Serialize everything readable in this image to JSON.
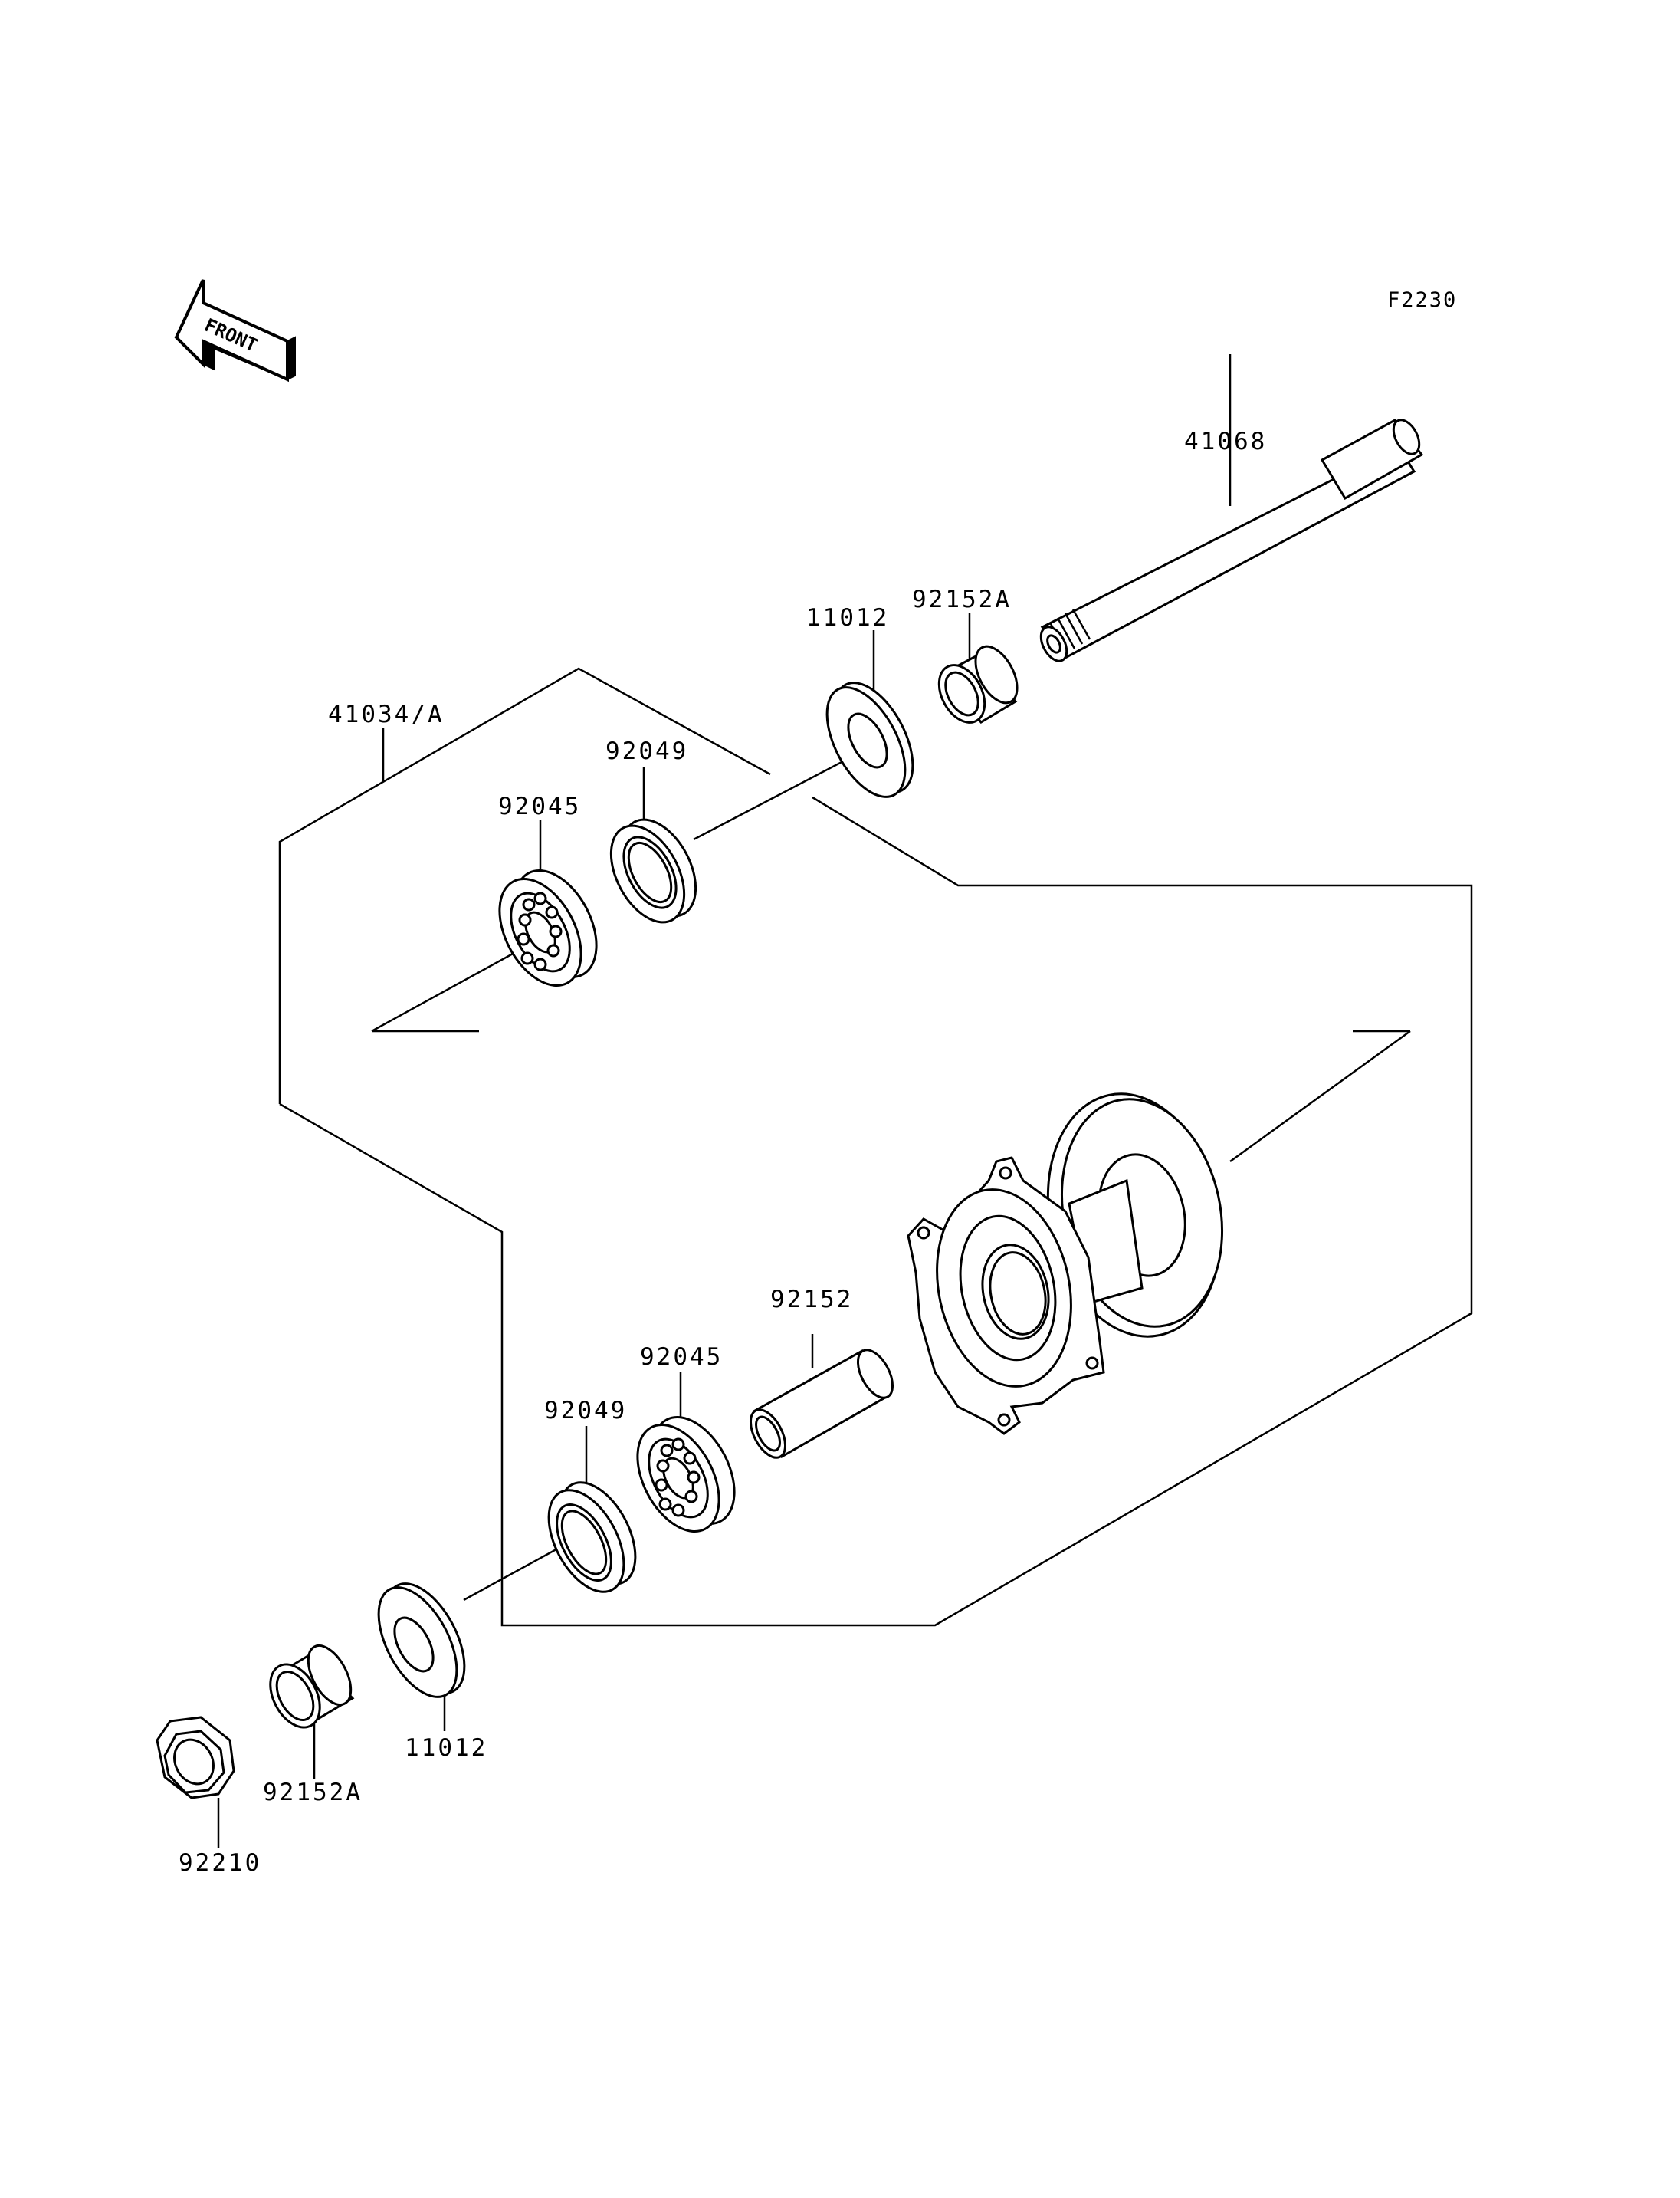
{
  "figure_code": "F2230",
  "front_arrow_label": "FRONT",
  "parts": {
    "axle": "41068",
    "collar_top": "92152A",
    "seal_top": "11012",
    "hub_assembly": "41034/A",
    "oil_seal_top": "92049",
    "bearing_top": "92045",
    "spacer": "92152",
    "bearing_bottom": "92045",
    "oil_seal_bottom": "92049",
    "seal_bottom": "11012",
    "collar_bottom": "92152A",
    "axle_nut": "92210"
  }
}
